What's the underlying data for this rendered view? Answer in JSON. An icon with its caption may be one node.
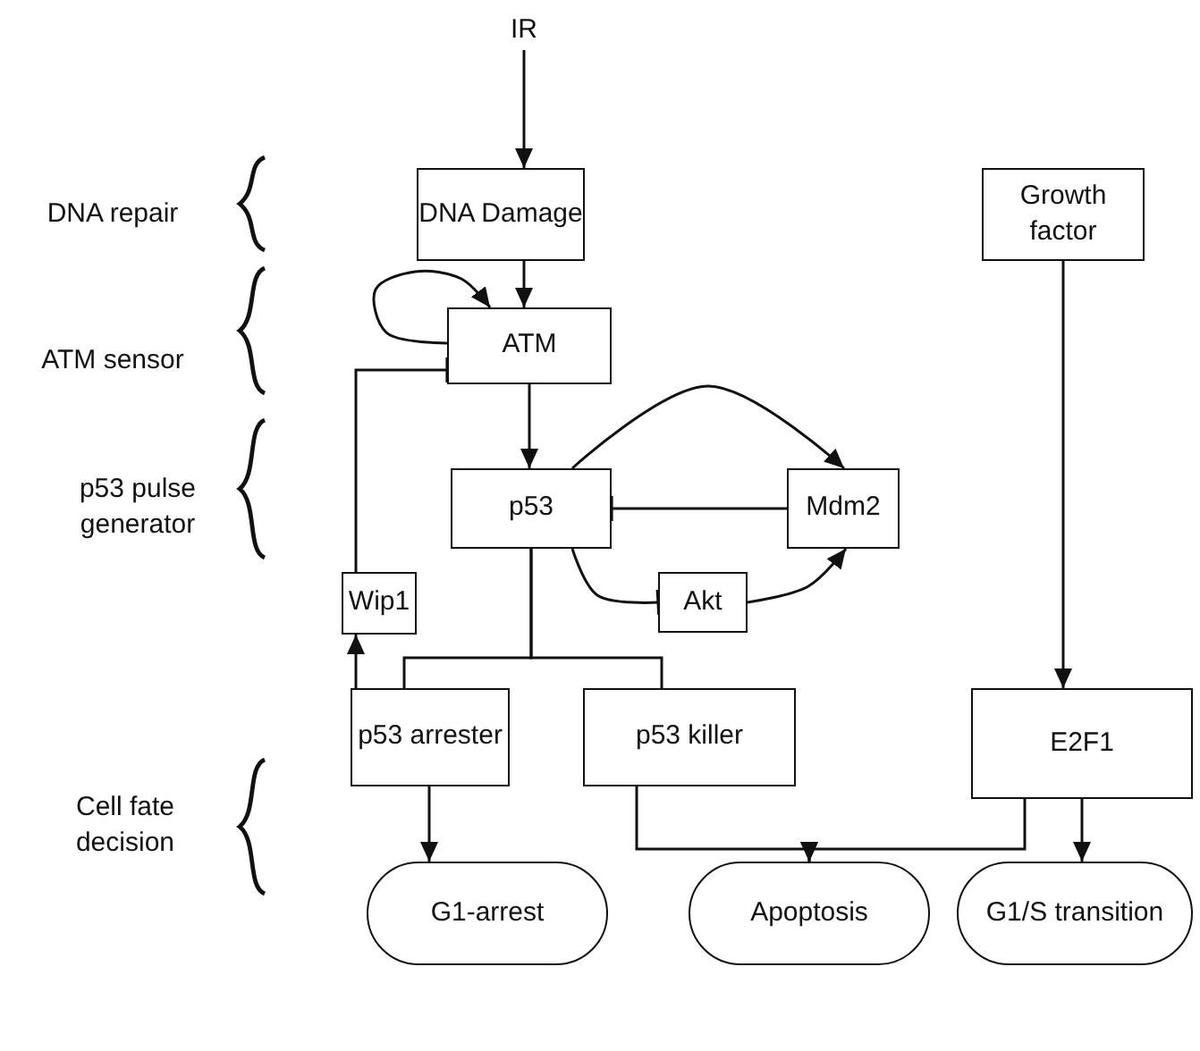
{
  "diagram": {
    "nodes": [
      {
        "text": [
          "IR"
        ]
      },
      {
        "text": [
          "DNA Damage"
        ]
      },
      {
        "text": [
          "Growth factor"
        ]
      },
      {
        "text": [
          "ATM"
        ]
      },
      {
        "text": [
          "p53"
        ]
      },
      {
        "text": [
          "Mdm2"
        ]
      },
      {
        "text": [
          "Wip1"
        ]
      },
      {
        "text": [
          "Akt"
        ]
      },
      {
        "text": [
          "p53 arrester"
        ]
      },
      {
        "text": [
          "p53 killer"
        ]
      },
      {
        "text": [
          "E2F1"
        ]
      },
      {
        "text": [
          "G1-arrest"
        ]
      },
      {
        "text": [
          "Apoptosis"
        ]
      },
      {
        "text": [
          "G1/S transition"
        ]
      }
    ],
    "edges": [
      {
        "from": 0,
        "to": 1,
        "arrow": "to"
      },
      {
        "from": 1,
        "to": 3,
        "arrow": "to"
      },
      {
        "from": 3,
        "to": 3,
        "arrow": "to"
      },
      {
        "from": 6,
        "to": 3,
        "arrow": "other"
      },
      {
        "from": 3,
        "to": 4,
        "arrow": "to"
      },
      {
        "from": 4,
        "to": 5,
        "arrow": "to"
      },
      {
        "from": 5,
        "to": 4,
        "arrow": "other"
      },
      {
        "from": 4,
        "to": 7,
        "arrow": "other"
      },
      {
        "from": 7,
        "to": 5,
        "arrow": "to"
      },
      {
        "from": 4,
        "to": 8,
        "arrow": "none"
      },
      {
        "from": 4,
        "to": 9,
        "arrow": "none"
      },
      {
        "from": 8,
        "to": 6,
        "arrow": "to"
      },
      {
        "from": 8,
        "to": 11,
        "arrow": "to"
      },
      {
        "from": 9,
        "to": 12,
        "arrow": "to"
      },
      {
        "from": 10,
        "to": 12,
        "arrow": "to"
      },
      {
        "from": 10,
        "to": 13,
        "arrow": "to"
      },
      {
        "from": 2,
        "to": 10,
        "arrow": "to"
      }
    ],
    "labels": [
      "DNA repair",
      "ATM sensor",
      "p53 pulse generator",
      "Cell fate decision"
    ]
  }
}
